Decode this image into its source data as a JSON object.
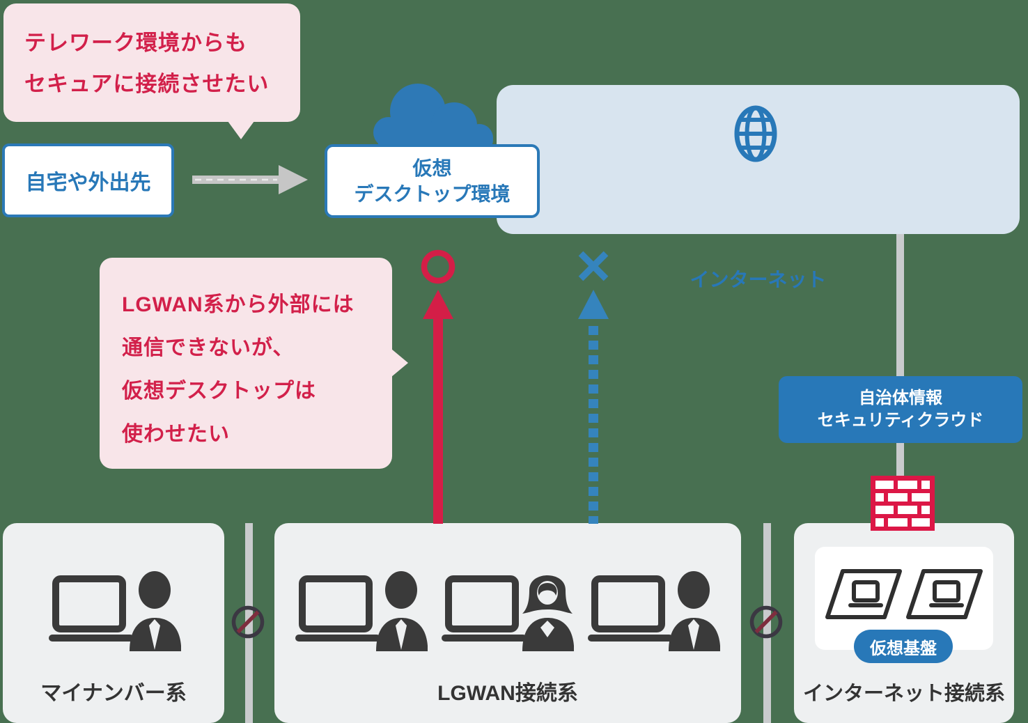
{
  "colors": {
    "background": "#487051",
    "accent_blue": "#2878b8",
    "panel_light_blue": "#d8e4ef",
    "bubble_pink": "#f8e5e9",
    "bubble_text_red": "#d2204a",
    "allowed_arrow_red": "#d41e47",
    "denied_arrow_blue": "#3584bd",
    "zone_gray": "#eef0f1",
    "connector_gray": "#c9cbcd",
    "icon_dark": "#3a3a3a",
    "firewall_red": "#dc1746"
  },
  "bubbles": {
    "telework": {
      "lines": [
        "テレワーク環境からも",
        "セキュアに接続させたい"
      ]
    },
    "lgwan_note": {
      "lines": [
        "LGWAN系から外部には",
        "通信できないが、",
        "仮想デスクトップは",
        "使わせたい"
      ]
    }
  },
  "nodes": {
    "home": {
      "label": "自宅や外出先"
    },
    "virtual_desktop": {
      "lines": [
        "仮想",
        "デスクトップ環境"
      ]
    },
    "internet": {
      "label": "インターネット"
    },
    "security_cloud": {
      "lines": [
        "自治体情報",
        "セキュリティクラウド"
      ]
    },
    "virtual_platform": {
      "label": "仮想基盤"
    }
  },
  "zones": [
    {
      "id": "mynumber",
      "label": "マイナンバー系"
    },
    {
      "id": "lgwan",
      "label": "LGWAN接続系"
    },
    {
      "id": "internet",
      "label": "インターネット接続系"
    }
  ],
  "icons": {
    "cloud": "cloud-icon",
    "globe": "globe-icon",
    "firewall": "firewall-brick-icon",
    "no_entry": "no-entry-icon",
    "allowed_mark": "allowed-circle-mark",
    "denied_mark": "denied-cross-mark",
    "worker": "person-at-laptop-icon",
    "virtual_machine": "virtual-laptop-icon"
  }
}
